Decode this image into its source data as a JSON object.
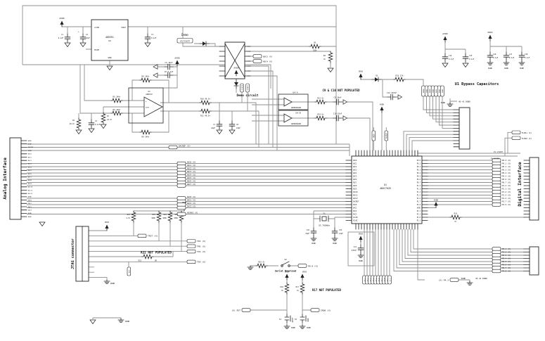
{
  "power": {
    "avdd": "AVDD",
    "vdd3": "VDD3",
    "dgnd": "DGND"
  },
  "reg": {
    "ref": "U2",
    "part": "ADR391",
    "vin": "+VIN",
    "trim": "TRIM",
    "vout": "VOUT",
    "gnd": "GND",
    "c1": "C1",
    "c1v": "0.1uF",
    "c2": "C2",
    "c2v": "10uF",
    "plus": "+",
    "c3": "C3",
    "c3v": "0.1uF"
  },
  "demo": {
    "t1": "Demo",
    "t2": "circuit",
    "mid": "Demo  circuit"
  },
  "jp": {
    "adc3": "ADC3 (X)",
    "adc4": "ADC4 (X)",
    "r1": "R1",
    "r1v": "100r",
    "r2": "R2",
    "r2v": "1k"
  },
  "front": {
    "c5": "C5 10nF",
    "c6": "C6 0.1uF",
    "r5": "R5 249r",
    "r6": "R6 249r",
    "r8": "R8 249r",
    "r9": "R9 249r",
    "r10": "R10 49.9r",
    "r11": "R11 49.9r",
    "r4": "R4",
    "r4v": "49.9r",
    "c4": "C4",
    "c4v": "0.1uF",
    "r7": "R7",
    "r7v": "24.9r",
    "u3": "U3",
    "u3p": "AD8132",
    "plus": "+",
    "minus": "-",
    "vocm": "VOCM",
    "c7": "C7",
    "c7v": "22pF",
    "c8": "C8",
    "c8v": "22pF",
    "t0": "(X)ADC0",
    "t1": "(X)ADC1"
  },
  "buf": {
    "u4a": "U4-A",
    "u4b": "U4-B",
    "part": "AD8606ARZ",
    "r13": "R13 0r",
    "r14": "R14 0r",
    "c9": "C9 10nF",
    "c10": "C10 10nF",
    "note": "C9 & C10 NOT POPULATED"
  },
  "top": {
    "d1": "D1",
    "r33": "R33 27k",
    "c12": "C12 470nF",
    "vref": "VREF",
    "dacref": "DACREF"
  },
  "byp": {
    "title": "U1 Bypass Capacitors",
    "c14": "C14",
    "c15": "C15",
    "c16": "C16",
    "c17": "C17",
    "c18": "C18",
    "v": "0.1uF"
  },
  "mcu": {
    "ref": "U1",
    "part": "ADUC7026",
    "left": [
      "ADC0",
      "ADC1",
      "ADC2",
      "ADC3",
      "ADC4",
      "ADC5",
      "ADC6",
      "ADC7",
      "ADC8",
      "ADC9",
      "ADC10",
      "ADC11",
      "ADC12",
      "DACREF",
      "DAC0",
      "DAC1",
      "DAC2",
      "DAC3",
      "XCLKO",
      "XCLKI"
    ],
    "right": [
      "P0.0",
      "P0.1",
      "P0.2",
      "P0.3",
      "P0.4",
      "P0.5",
      "P0.6",
      "P0.7",
      "P1.2",
      "P1.3",
      "P1.4",
      "P1.5",
      "P1.6",
      "P1.7",
      "P2.0",
      "AVDD",
      "P2.1",
      "P2.2",
      "P3.0",
      "P3.1"
    ]
  },
  "ai": {
    "title": "Analog Interface",
    "pins": [
      "AVDD",
      "AGND",
      "DACREF",
      "AGND",
      "ADC0",
      "ADC1",
      "ADC2",
      "ADC3",
      "ADC4",
      "ADC5",
      "ADC6",
      "ADC7",
      "ADC8",
      "ADC9",
      "ADC10",
      "ADC11",
      "ADC12",
      "AGND",
      "DAC0",
      "DAC1",
      "DAC2",
      "DAC3",
      "AGND",
      "AVDD"
    ],
    "dacref": "DACREF (X)",
    "adc": [
      "ADC0 (X)",
      "ADC1 (X)",
      "ADC2 (X)",
      "ADC3 (X)",
      "ADC4 (X)",
      "ADC5 (X)",
      "ADC6 (X)",
      "ADC7 (X)"
    ],
    "dac": [
      "DAC0 (X)",
      "DAC1 (X)",
      "DAC2 (X)",
      "DAC3 (X)",
      "ADCNEG (X)"
    ]
  },
  "di": {
    "title": "Digital Interface",
    "a": [
      "P0.0 (X)",
      "P0.1 (X)",
      "P0.2 (X)",
      "P0.3 (X)",
      "P0.4 (X)",
      "P0.5 (X)",
      "P0.6 (X)",
      "P0.7 (X)",
      "P1.2 (X)",
      "P1.3 (X)"
    ],
    "b": [
      "P1.4 (X)",
      "P1.5 (X)",
      "P1.6 (X)",
      "P1.7 (X)",
      "P2.0 (X)"
    ],
    "c": [
      "P2.1 (X)",
      "P2.2 (X)",
      "P2.3 (X)",
      "P2.4 (X)",
      "P2.5 (X)",
      "P2.6 (X)",
      "P2.7 (X)",
      "P3.0 (X)"
    ],
    "bt": [
      "P3.1",
      "P3.2",
      "P3.3",
      "P3.4",
      "P3.5",
      "P3.6",
      "P3.7",
      "P4.0",
      "P4.1",
      "P4.2"
    ],
    "p43": "(X) P4.3",
    "uart1": "P1.1/SOUT",
    "uart0": "P1.0/SIN",
    "flpu1": "FLPU1 (X)",
    "flpu0": "FLPU0 (X)",
    "r31": "R31",
    "r31v": "0r",
    "gnd45": "45-41  DGND",
    "gnd43": "43-41  DGND"
  },
  "tr": [
    "IOVDD",
    "DGND",
    "IOVDD",
    "DGND",
    "AVDD",
    "AGND",
    "DGND"
  ],
  "jtag": {
    "title": "JTAG connector",
    "r23": "R23",
    "r23v": "4.7k",
    "r19": "R19",
    "r24": "R24",
    "r25": "R25",
    "rkv": "100k",
    "r22": "R22",
    "r22v": "0R",
    "note": "R22 NOT POPULATED",
    "trst": "TRST (X)",
    "tdi": "TDI (X)",
    "tms": "TMS (X)",
    "tck": "TCK (X)",
    "tdo": "TDO (X)",
    "rst": "RST"
  },
  "osc": {
    "y1": "Y1",
    "freq": "32.768kHz",
    "c22": "C22",
    "c23": "C23",
    "cv": "12pF"
  },
  "c21": {
    "ref": "C21",
    "val": "470nF"
  },
  "sw": {
    "r15": "R15 0r",
    "s2": "S2",
    "dl": "Serial Download",
    "p00": "P0.0 (X)",
    "r16": "R16",
    "r17": "R17",
    "rv": "1k",
    "note": "R17 NOT POPULATED",
    "s1": "S1",
    "s3": "S3",
    "rst": "(X) RST",
    "irq": "IRQ0 (X)",
    "reset": "RESET",
    "irqn": "IRQ0"
  }
}
